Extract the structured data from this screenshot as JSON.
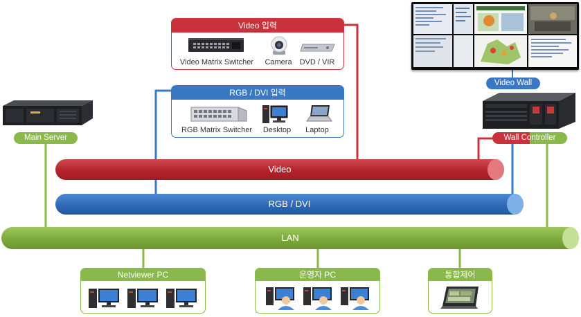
{
  "colors": {
    "red": "#c8323a",
    "blue": "#3a78c4",
    "green": "#8ab84a",
    "green_dark": "#6e9a3a"
  },
  "video_input": {
    "title": "Video 입력",
    "items": [
      {
        "label": "Video Matrix Switcher",
        "icon": "video-matrix-switcher-icon"
      },
      {
        "label": "Camera",
        "icon": "camera-icon"
      },
      {
        "label": "DVD / VIR",
        "icon": "dvd-player-icon"
      }
    ]
  },
  "rgb_input": {
    "title": "RGB / DVI 입력",
    "items": [
      {
        "label": "RGB Matrix Switcher",
        "icon": "rgb-matrix-switcher-icon"
      },
      {
        "label": "Desktop",
        "icon": "desktop-icon"
      },
      {
        "label": "Laptop",
        "icon": "laptop-icon"
      }
    ]
  },
  "main_server": {
    "label": "Main Server"
  },
  "video_wall": {
    "label": "Video Wall"
  },
  "wall_controller": {
    "label": "Wall Controller"
  },
  "buses": {
    "video": "Video",
    "rgb": "RGB / DVI",
    "lan": "LAN"
  },
  "clients": [
    {
      "title": "Netviewer PC",
      "icon": "pc-icon"
    },
    {
      "title": "운영자 PC",
      "icon": "operator-pc-icon"
    },
    {
      "title": "통합제어",
      "icon": "control-tablet-icon"
    }
  ]
}
